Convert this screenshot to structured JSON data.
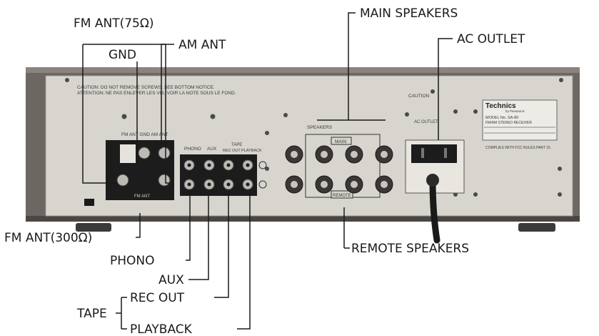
{
  "callouts": {
    "fm_ant_75": "FM ANT(75Ω)",
    "gnd": "GND",
    "am_ant": "AM ANT",
    "main_speakers": "MAIN SPEAKERS",
    "ac_outlet": "AC OUTLET",
    "fm_ant_300": "FM ANT(300Ω)",
    "phono": "PHONO",
    "aux": "AUX",
    "tape": "TAPE",
    "rec_out": "REC OUT",
    "playback": "PLAYBACK",
    "remote_speakers": "REMOTE SPEAKERS"
  },
  "panel": {
    "caution_line1": "CAUTION: DO NOT REMOVE SCREWS. SEE BOTTOM NOTICE.",
    "caution_line2": "ATTENTION: NE PAS ENLEVER LES VIS. VOIR LA NOTE SOUS LE FOND.",
    "antenna_label": "FM ANT  GND  AM ANT",
    "ant_bottom_label": "FM ANT",
    "phono_label": "PHONO",
    "aux_label": "AUX",
    "tape_label": "TAPE",
    "rec_out_label": "REC OUT",
    "playback_label": "PLAYBACK",
    "speakers_label": "SPEAKERS",
    "main_badge": "MAIN",
    "remote_badge": "REMOTE",
    "caution_power": "CAUTION",
    "ac_outlet_label": "AC OUTLET",
    "brand": "Technics",
    "brand_sub": "by Panasonic",
    "model": "MODEL No. SA-80",
    "model_sub": "FM/AM STEREO RECEIVER",
    "complies": "COMPLIES WITH FCC RULES PART 15"
  }
}
